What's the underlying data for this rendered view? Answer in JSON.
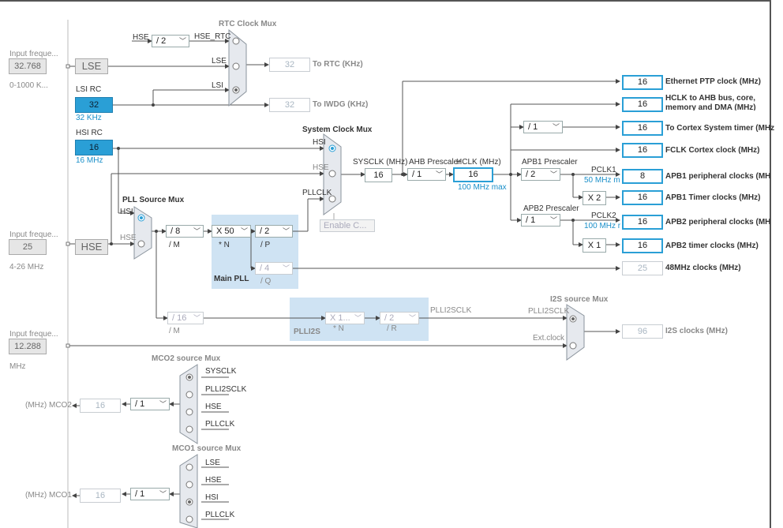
{
  "left_inputs": {
    "lse": {
      "caption": "Input freque...",
      "value": "32.768",
      "range": "0-1000 K...",
      "source": "LSE"
    },
    "hse": {
      "caption": "Input freque...",
      "value": "25",
      "range": "4-26 MHz",
      "source": "HSE"
    },
    "ext": {
      "caption": "Input freque...",
      "value": "12.288",
      "range": "MHz"
    }
  },
  "lsi": {
    "title": "LSI RC",
    "value": "32",
    "sub": "32 KHz"
  },
  "hsi": {
    "title": "HSI RC",
    "value": "16",
    "sub": "16 MHz"
  },
  "rtc": {
    "mux_title": "RTC Clock Mux",
    "hse_div_label": "HSE",
    "hse_div": "/ 2",
    "in_hse_rtc": "HSE_RTC",
    "in_lse": "LSE",
    "in_lsi": "LSI",
    "rtc_value": "32",
    "rtc_label": "To RTC (KHz)",
    "iwdg_value": "32",
    "iwdg_label": "To IWDG (KHz)"
  },
  "sysmux": {
    "title": "System Clock Mux",
    "in_hsi": "HSI",
    "in_hse": "HSE",
    "in_pllclk": "PLLCLK",
    "enable_css": "Enable C...",
    "sysclk_label": "SYSCLK (MHz)",
    "sysclk_value": "16",
    "ahb_label": "AHB Prescaler",
    "ahb_div": "/ 1",
    "hclk_label": "HCLK (MHz)",
    "hclk_value": "16",
    "hclk_max": "100 MHz max"
  },
  "pll": {
    "src_title": "PLL Source Mux",
    "src_hsi": "HSI",
    "src_hse": "HSE",
    "m_div": "/ 8",
    "m_label": "/ M",
    "n_mul": "X 50",
    "n_label": "* N",
    "p_div": "/ 2",
    "p_label": "/ P",
    "q_div": "/ 4",
    "q_label": "/ Q",
    "title": "Main PLL"
  },
  "plli2s": {
    "m_div": "/ 16",
    "m_label": "/ M",
    "n_mul": "X 1...",
    "n_label": "* N",
    "r_div": "/ 2",
    "r_label": "/ R",
    "title": "PLLI2S",
    "out_label": "PLLI2SCLK"
  },
  "i2s": {
    "title": "I2S source Mux",
    "in_plli2s": "PLLI2SCLK",
    "in_ext": "Ext.clock",
    "value": "96",
    "label": "I2S clocks (MHz)"
  },
  "apb": {
    "apb1_label": "APB1 Prescaler",
    "apb1_div": "/ 2",
    "pclk1": "PCLK1",
    "pclk1_max": "50 MHz m",
    "apb1_tim_mul": "X 2",
    "apb2_label": "APB2 Prescaler",
    "apb2_div": "/ 1",
    "pclk2": "PCLK2",
    "pclk2_max": "100 MHz r",
    "apb2_tim_mul": "X 1",
    "cortex_div": "/ 1"
  },
  "outputs": [
    {
      "value": "16",
      "label": "Ethernet PTP clock (MHz)"
    },
    {
      "value": "16",
      "label": "HCLK to AHB bus, core,",
      "label2": "memory and DMA (MHz)"
    },
    {
      "value": "16",
      "label": "To Cortex System timer (MHz"
    },
    {
      "value": "16",
      "label": "FCLK Cortex clock (MHz)"
    },
    {
      "value": "8",
      "label": "APB1 peripheral clocks (MH"
    },
    {
      "value": "16",
      "label": "APB1 Timer clocks (MHz)"
    },
    {
      "value": "16",
      "label": "APB2 peripheral clocks (MH"
    },
    {
      "value": "16",
      "label": "APB2 timer clocks (MHz)"
    },
    {
      "value": "25",
      "label": "48MHz clocks (MHz)"
    }
  ],
  "mco2": {
    "title": "MCO2 source Mux",
    "in1": "SYSCLK",
    "in2": "PLLI2SCLK",
    "in3": "HSE",
    "in4": "PLLCLK",
    "div": "/ 1",
    "value": "16",
    "label": "(MHz) MCO2"
  },
  "mco1": {
    "title": "MCO1 source Mux",
    "in1": "LSE",
    "in2": "HSE",
    "in3": "HSI",
    "in4": "PLLCLK",
    "div": "/ 1",
    "value": "16",
    "label": "(MHz) MCO1"
  },
  "colors": {
    "accent": "#2a9fd6",
    "pll_bg": "#cfe3f3"
  }
}
